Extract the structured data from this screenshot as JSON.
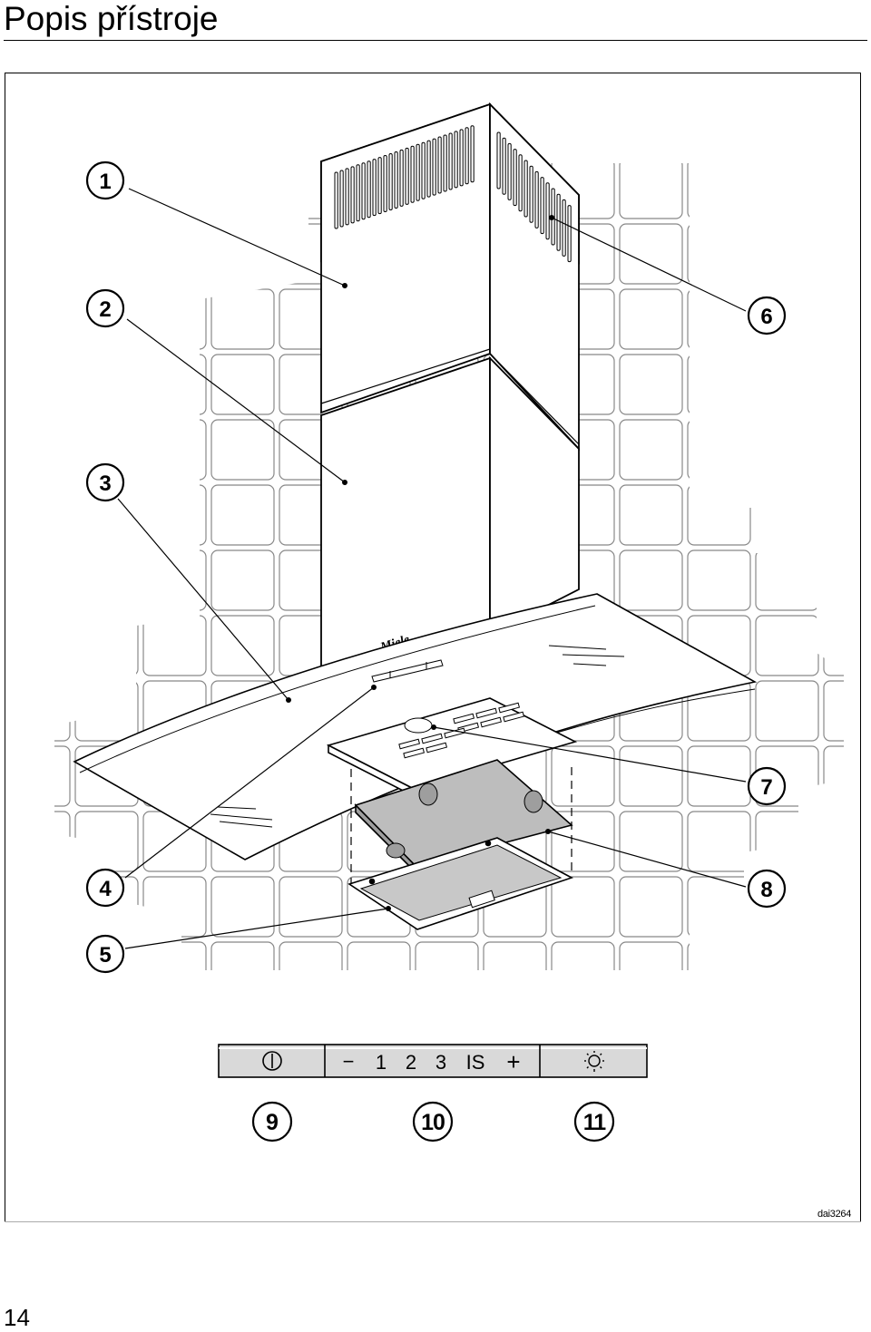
{
  "page": {
    "title": "Popis přístroje",
    "page_number": "14",
    "figure_code": "dai3264"
  },
  "appliance": {
    "brand": "Miele"
  },
  "callouts": [
    "1",
    "2",
    "3",
    "4",
    "5",
    "6",
    "7",
    "8",
    "9",
    "10",
    "11"
  ],
  "control_panel": {
    "power_icon": "power-icon",
    "fan_minus": "−",
    "levels": [
      "1",
      "2",
      "3",
      "IS"
    ],
    "fan_plus": "+",
    "light_icon": "light-icon"
  }
}
